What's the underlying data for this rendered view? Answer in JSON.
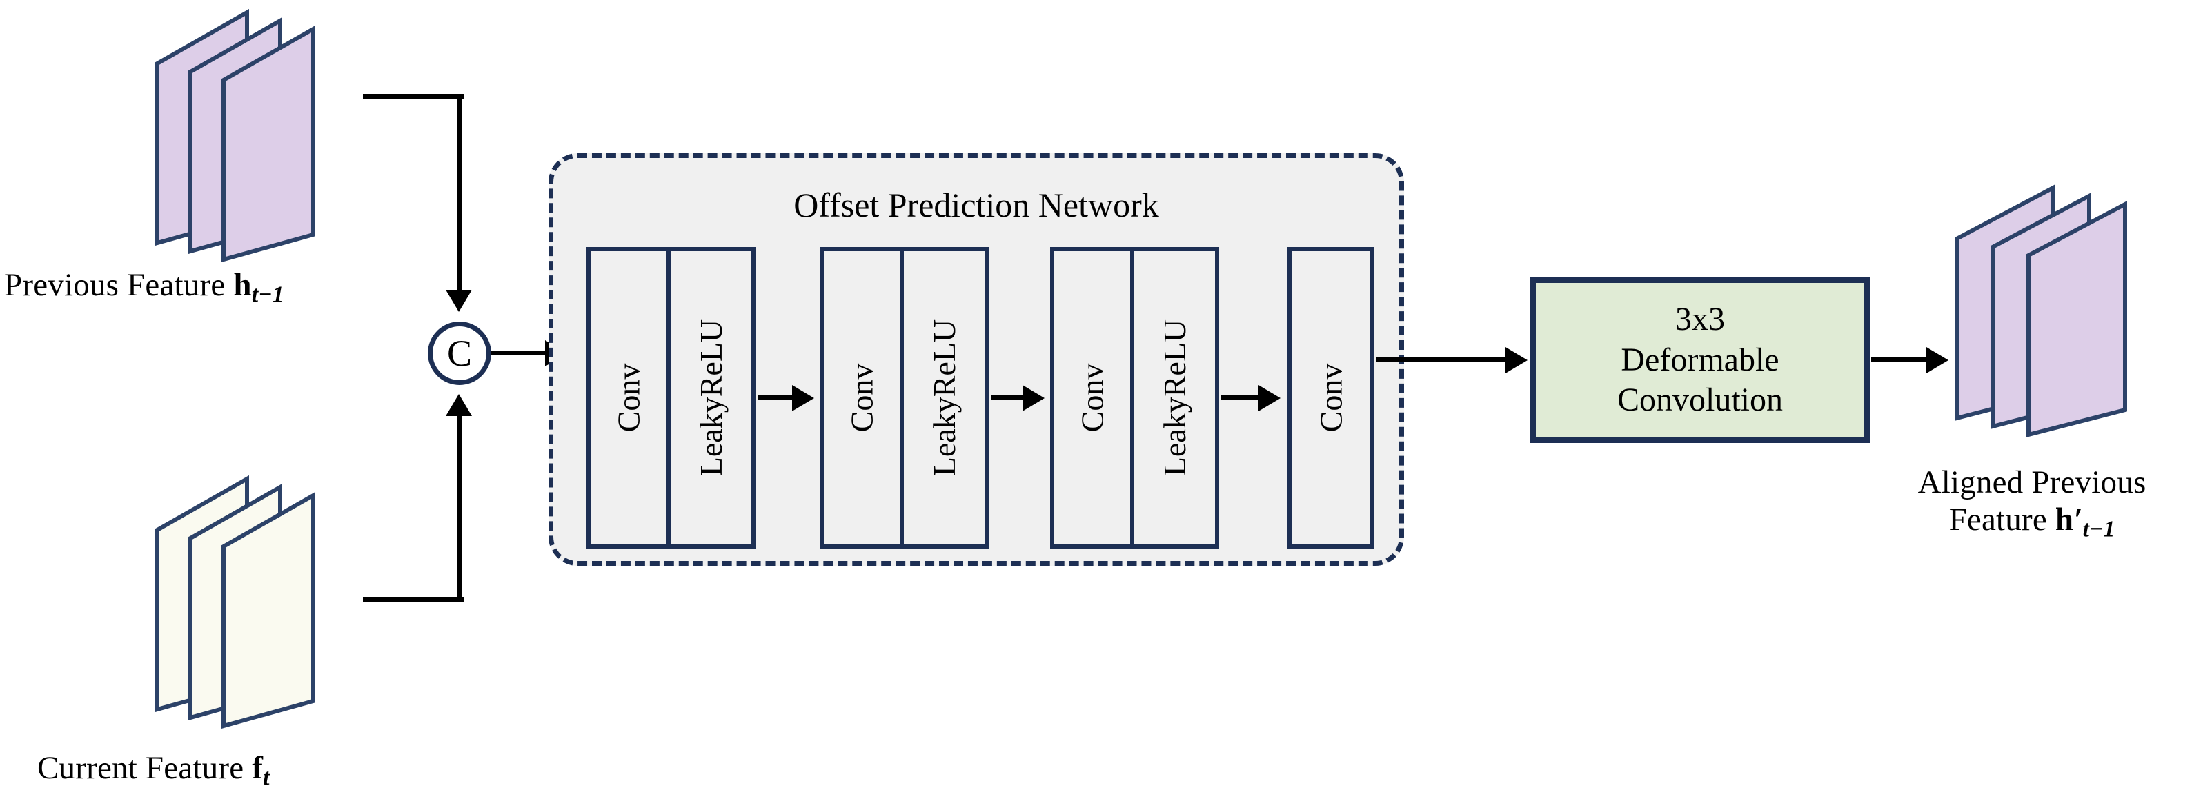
{
  "diagram": {
    "title_text": "Offset Prediction Network",
    "colors": {
      "outline_navy": "#1d2f54",
      "panel_gray": "#f0f0f0",
      "feature_purple": "#ddcee8",
      "feature_cream": "#fafaf0",
      "deformable_green": "#e0ebd5",
      "wire_black": "#000000"
    },
    "inputs": {
      "previous_feature": {
        "label_prefix": "Previous Feature ",
        "symbol": "h",
        "subscript": "t−1",
        "stack_fill": "#ddcee8",
        "sheets": 3
      },
      "current_feature": {
        "label_prefix": "Current Feature ",
        "symbol": "f",
        "subscript": "t",
        "stack_fill": "#fafaf0",
        "sheets": 3
      }
    },
    "concat_node": {
      "symbol": "C",
      "name": "concatenation"
    },
    "offset_prediction_network": {
      "title": "Offset Prediction Network",
      "layer_groups": [
        {
          "cells": [
            "Conv",
            "LeakyReLU"
          ]
        },
        {
          "cells": [
            "Conv",
            "LeakyReLU"
          ]
        },
        {
          "cells": [
            "Conv",
            "LeakyReLU"
          ]
        },
        {
          "cells": [
            "Conv"
          ]
        }
      ]
    },
    "deformable_convolution": {
      "line1": "3x3",
      "line2": "Deformable",
      "line3": "Convolution"
    },
    "output": {
      "label_line1": "Aligned Previous",
      "label_line2_prefix": "Feature ",
      "symbol": "h",
      "prime": "′",
      "subscript": "t−1",
      "stack_fill": "#ddcee8",
      "sheets": 3
    }
  }
}
